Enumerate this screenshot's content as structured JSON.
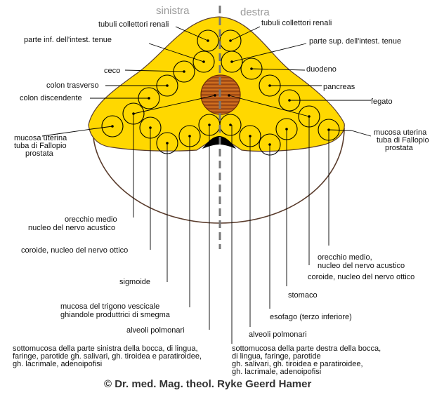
{
  "header": {
    "left": "sinistra",
    "right": "destra"
  },
  "labels": {
    "tubuli_left": "tubuli collettori renali",
    "tubuli_right": "tubuli collettori renali",
    "intest_inf": "parte  inf.   dell'intest. tenue",
    "intest_sup": "parte sup. dell'intest. tenue",
    "ceco": "ceco",
    "duodeno": "duodeno",
    "colon_trasv": "colon trasverso",
    "pancreas": "pancreas",
    "colon_disc": "colon discendente",
    "fegato": "fegato",
    "mucosa_left": [
      "mucosa uterina",
      "tuba di Fallopio",
      "prostata"
    ],
    "mucosa_right": [
      "mucosa uterina",
      "tuba di Fallopio",
      "prostata"
    ],
    "orecchio_left": [
      "orecchio medio",
      "nucleo del nervo acustico"
    ],
    "coroide_left": "coroide, nucleo del nervo ottico",
    "sigmoide": "sigmoide",
    "mucosa_trigono": [
      "mucosa del trigono vescicale",
      "ghiandole produttrici di smegma"
    ],
    "alveoli_left": "alveoli polmonari",
    "sottomucosa_left": [
      "sottomucosa della parte sinistra della bocca, di lingua,",
      "faringe, parotide gh. salivari, gh. tiroidea e paratiroidee,",
      "gh. lacrimale, adenoipofisi"
    ],
    "orecchio_right": [
      "orecchio medio,",
      "nucleo del nervo acustico"
    ],
    "coroide_right": "coroide, nucleo del nervo ottico",
    "stomaco": "stomaco",
    "esofago": "esofago (terzo inferiore)",
    "alveoli_right": "alveoli polmonari",
    "sottomucosa_right": [
      "sottomucosa della parte destra della bocca,",
      "di lingua, faringe, parotide",
      "gh. salivari, gh. tiroidea e paratiroidee,",
      "gh. lacrimale, adenoipofisi"
    ]
  },
  "copyright": "© Dr. med. Mag. theol. Ryke Geerd Hamer",
  "colors": {
    "fill": "#ffd800",
    "liver_fill": "#d2701f",
    "divider": "#777777",
    "outline": "#5a3c2c"
  }
}
